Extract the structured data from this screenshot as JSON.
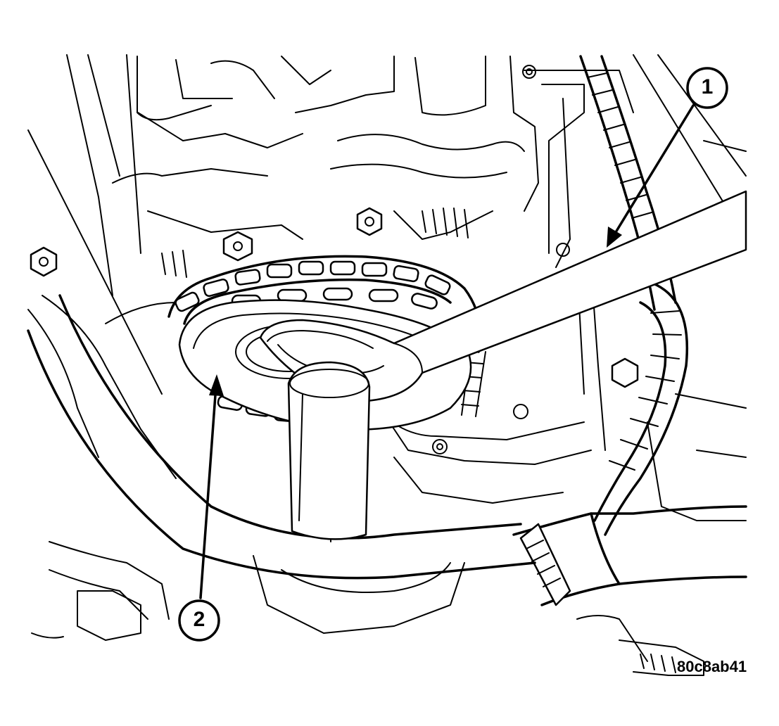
{
  "callouts": [
    {
      "number": "1"
    },
    {
      "number": "2"
    }
  ],
  "figure_id": "80c8ab41",
  "colors": {
    "line": "#000000",
    "background": "#ffffff"
  }
}
